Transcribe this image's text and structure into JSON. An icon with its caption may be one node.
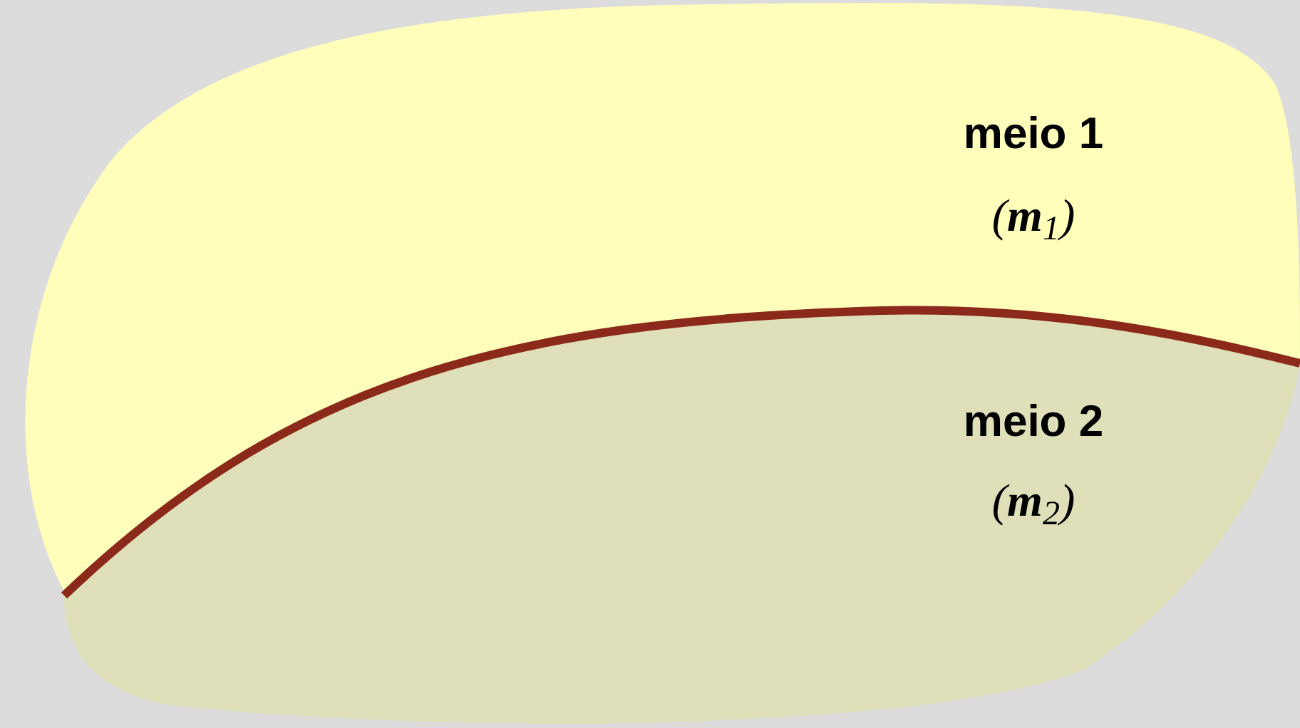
{
  "diagram": {
    "nodes": [
      {
        "text": [
          "meio 1",
          "(**m**$_{1}$)"
        ]
      },
      {
        "text": [
          "meio 2",
          "(**m**$_{2}$)"
        ]
      }
    ]
  }
}
